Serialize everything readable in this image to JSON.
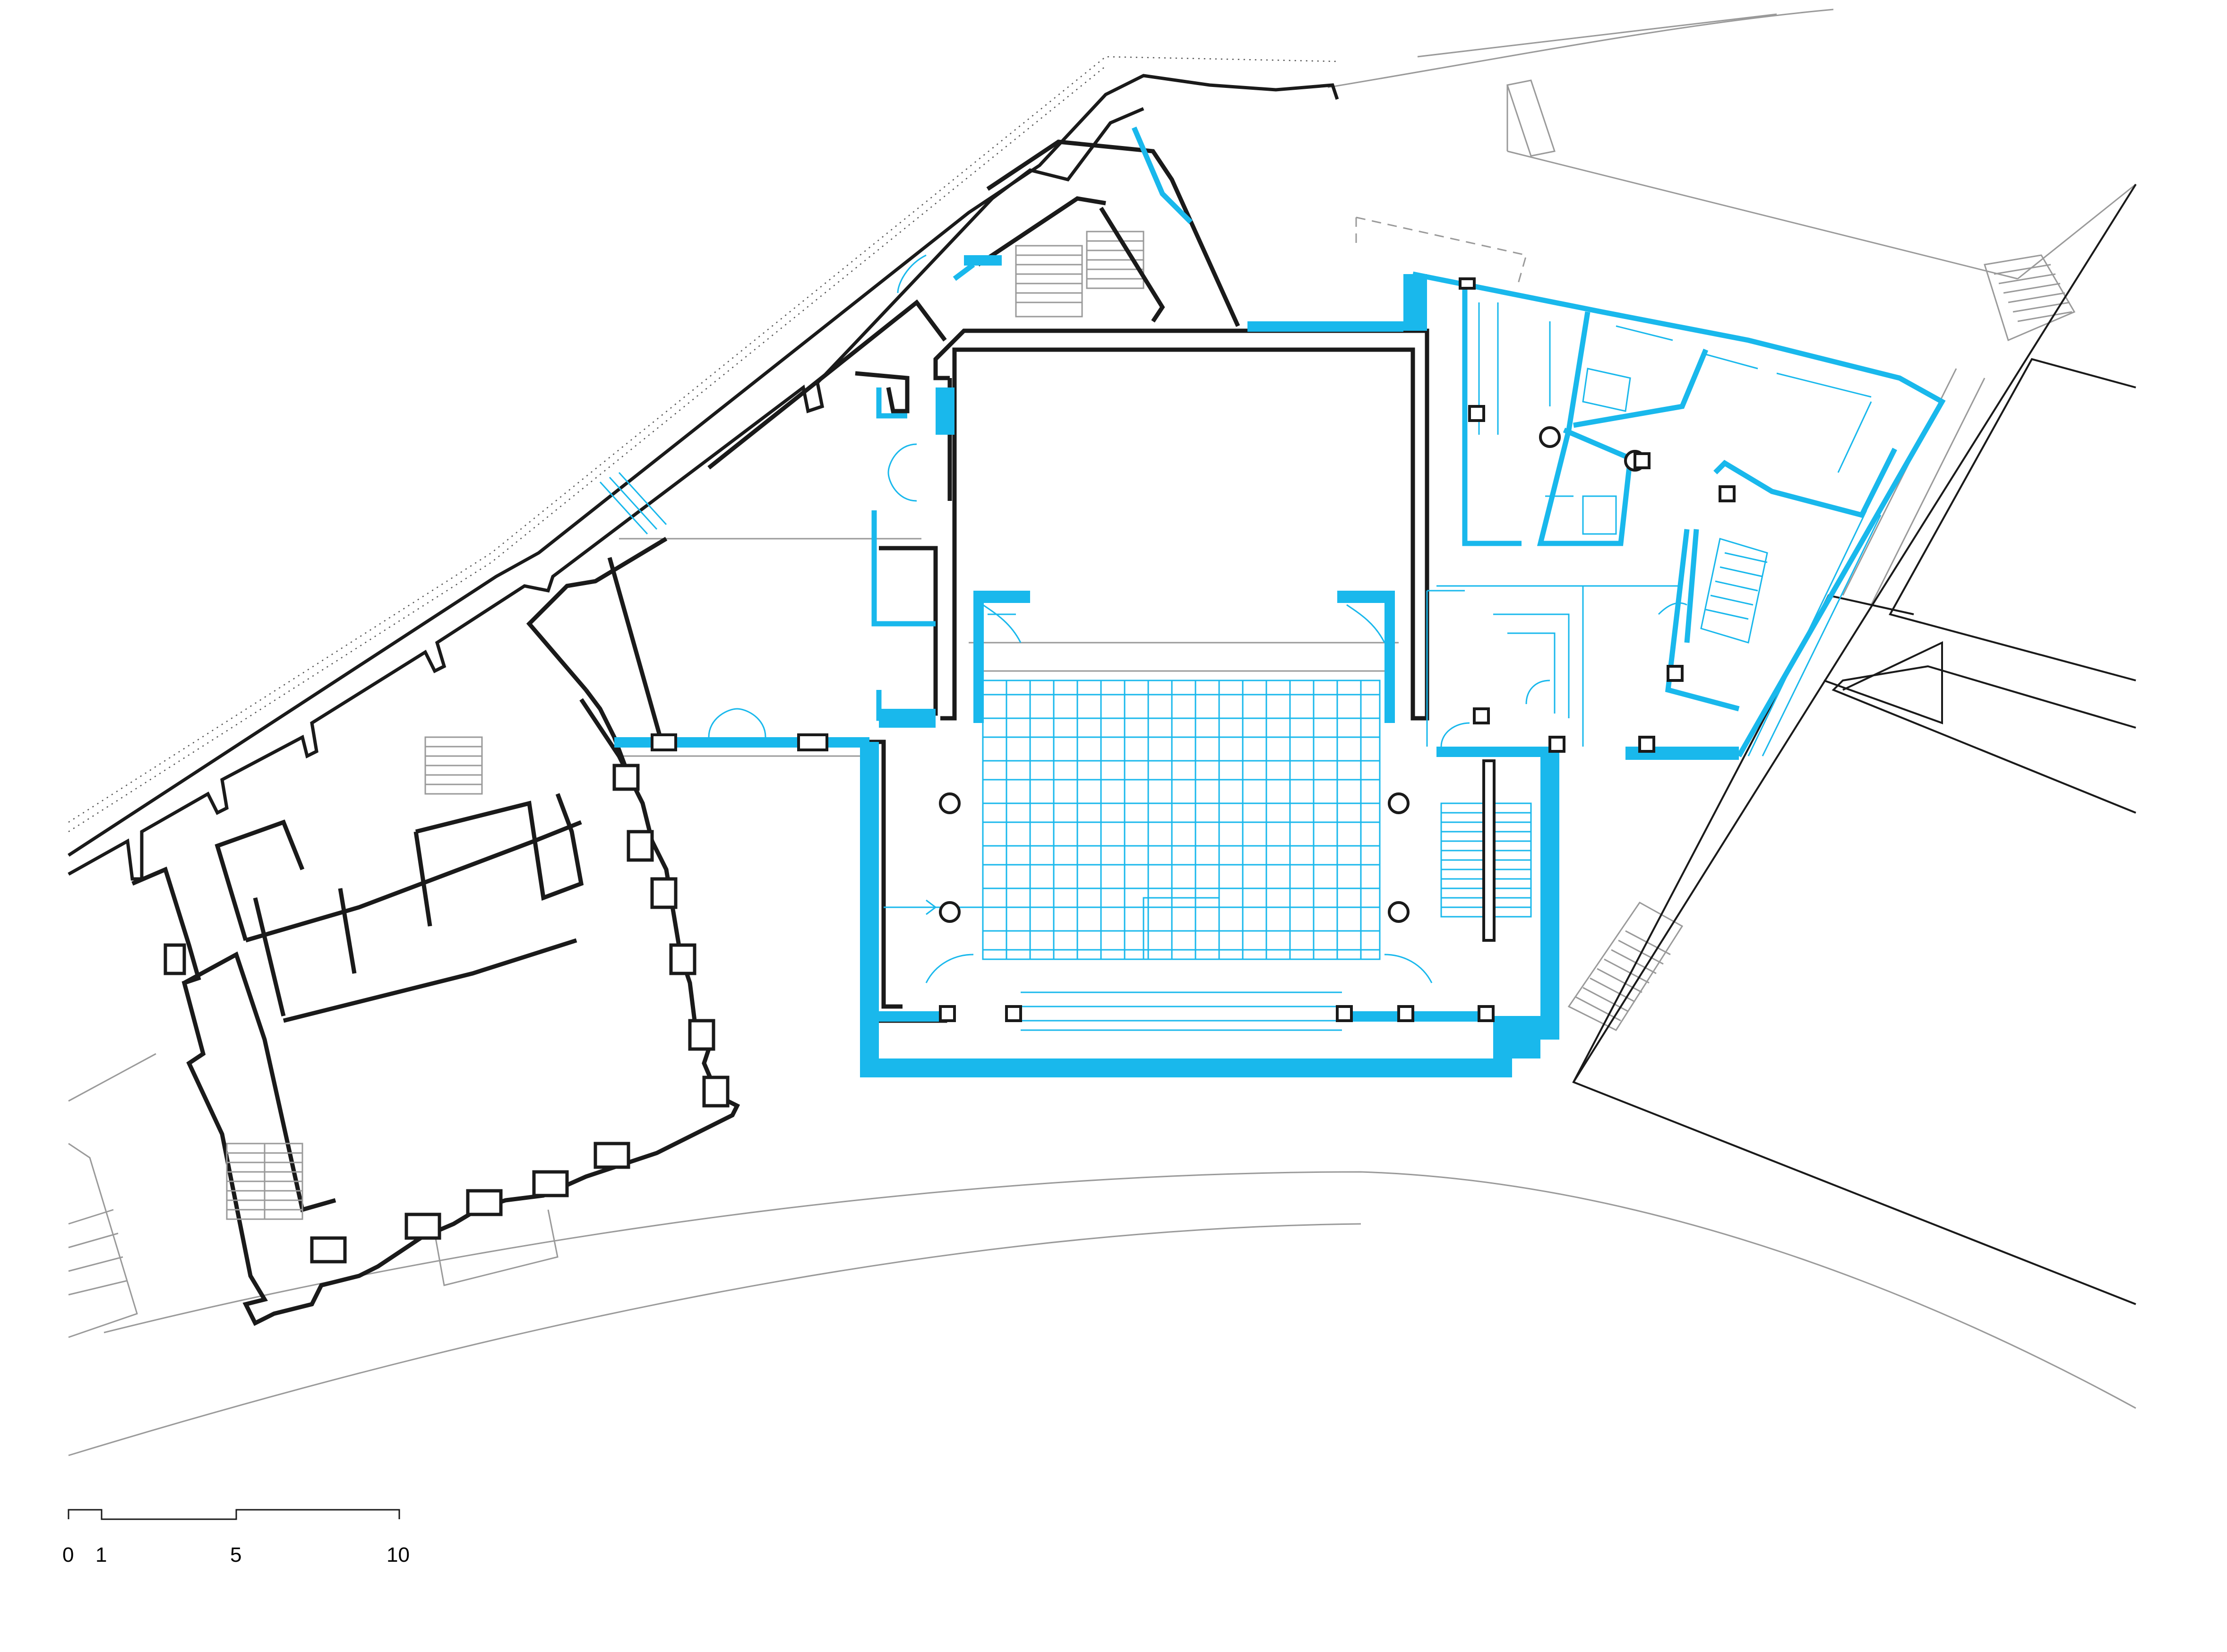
{
  "colors": {
    "existing_wall": "#1a1a1a",
    "new_construction": "#19b8ec",
    "context_line": "#9a9a9a",
    "background": "#ffffff"
  },
  "scale_bar": {
    "labels": [
      "0",
      "1",
      "5",
      "10"
    ]
  }
}
